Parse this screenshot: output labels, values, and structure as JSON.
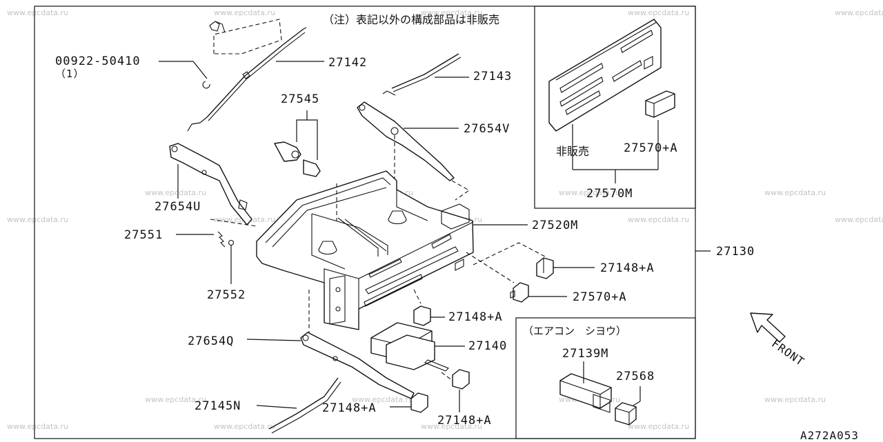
{
  "note": "（注）表記以外の構成部品は非販売",
  "watermark": "www.epcdata.ru",
  "diagram_code": "A272A053",
  "front_label": "FRONT",
  "labels": {
    "p00922": "00922-50410",
    "p00922_qty": "（1）",
    "p27142": "27142",
    "p27143": "27143",
    "p27545": "27545",
    "p27654V": "27654V",
    "p27654U": "27654U",
    "p27551": "27551",
    "p27552": "27552",
    "p27520M": "27520M",
    "p27130": "27130",
    "p27148A_1": "27148+A",
    "p27570A_1": "27570+A",
    "p27148A_2": "27148+A",
    "p27654Q": "27654Q",
    "p27140": "27140",
    "p27145N": "27145N",
    "p27148A_3": "27148+A",
    "p27148A_4": "27148+A"
  },
  "inset_top": {
    "not_sold": "非販売",
    "p27570A": "27570+A",
    "p27570M": "27570M"
  },
  "inset_bottom": {
    "title": "（エアコン　シヨウ）",
    "p27139M": "27139M",
    "p27568": "27568"
  }
}
